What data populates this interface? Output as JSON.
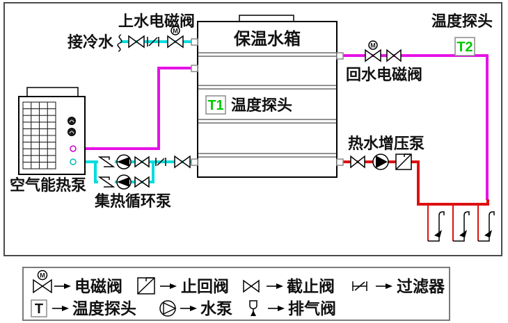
{
  "scene": {
    "labels": {
      "feed_solenoid": "上水电磁阀",
      "cold_inlet": "接冷水",
      "tank_title": "保温水箱",
      "tank_probe": "温度探头",
      "probe_top_right": "温度探头",
      "return_solenoid": "回水电磁阀",
      "booster_pump": "热水增压泵",
      "air_source_heat_pump": "空气能热泵",
      "collector_pump": "集热循环泵"
    },
    "probes": {
      "t1": "T1",
      "t2": "T2"
    },
    "motor_mark": "M",
    "colors": {
      "cold_water_pipe": "#00dcdc",
      "heat_pump_supply_pipe": "#e612e6",
      "hot_water_pipe": "#de1010",
      "probe_text": "#00c800",
      "diagram_lines": "#000000"
    }
  },
  "legend": {
    "row1": [
      {
        "icon": "solenoid-valve-icon",
        "label": "电磁阀"
      },
      {
        "icon": "check-valve-icon",
        "label": "止回阀"
      },
      {
        "icon": "stop-valve-icon",
        "label": "截止阀"
      },
      {
        "icon": "filter-icon",
        "label": "过滤器"
      }
    ],
    "row2": [
      {
        "icon": "temperature-probe-icon",
        "symbol_text": "T",
        "label": "温度探头"
      },
      {
        "icon": "water-pump-icon",
        "label": "水泵"
      },
      {
        "icon": "air-vent-valve-icon",
        "label": "排气阀"
      }
    ]
  }
}
